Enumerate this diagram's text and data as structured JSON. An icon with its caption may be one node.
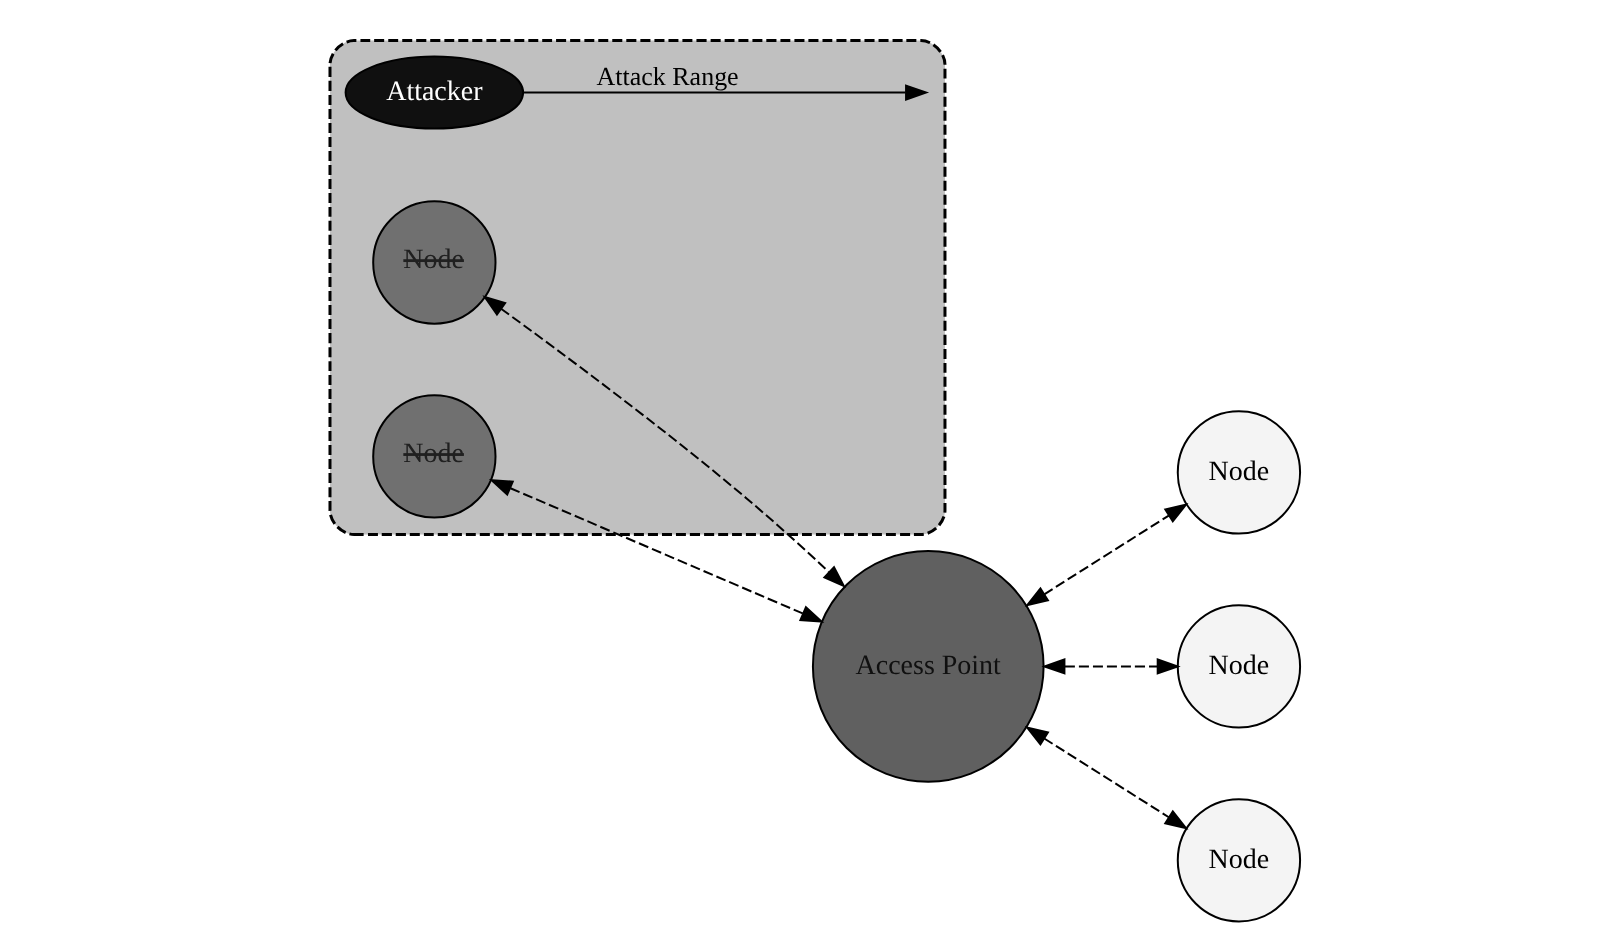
{
  "diagram": {
    "nodes": [
      {
        "text": [],
        "shape": "ellipse"
      },
      {
        "text": [
          "Node"
        ],
        "in": 0
      },
      {
        "text": [
          "Attacker"
        ],
        "in": 0
      },
      {
        "text": [
          "Node"
        ],
        "in": 0
      },
      {
        "text": [
          "Access Point"
        ]
      },
      {
        "text": [
          "Node"
        ]
      },
      {
        "text": [
          "Node"
        ]
      },
      {
        "text": [
          "Node"
        ]
      }
    ],
    "edges": [
      {
        "from": 2,
        "to": null,
        "arrow": "to",
        "label": "Attack Range"
      },
      {
        "from": 1,
        "to": 4,
        "arrow": "both",
        "style": "dashed"
      },
      {
        "from": 3,
        "to": 4,
        "arrow": "both",
        "style": "dashed"
      },
      {
        "from": 4,
        "to": 5,
        "arrow": "both",
        "style": "dashed"
      },
      {
        "from": 4,
        "to": 6,
        "arrow": "both",
        "style": "dashed"
      },
      {
        "from": 4,
        "to": 7,
        "arrow": "both",
        "style": "dashed"
      }
    ]
  }
}
